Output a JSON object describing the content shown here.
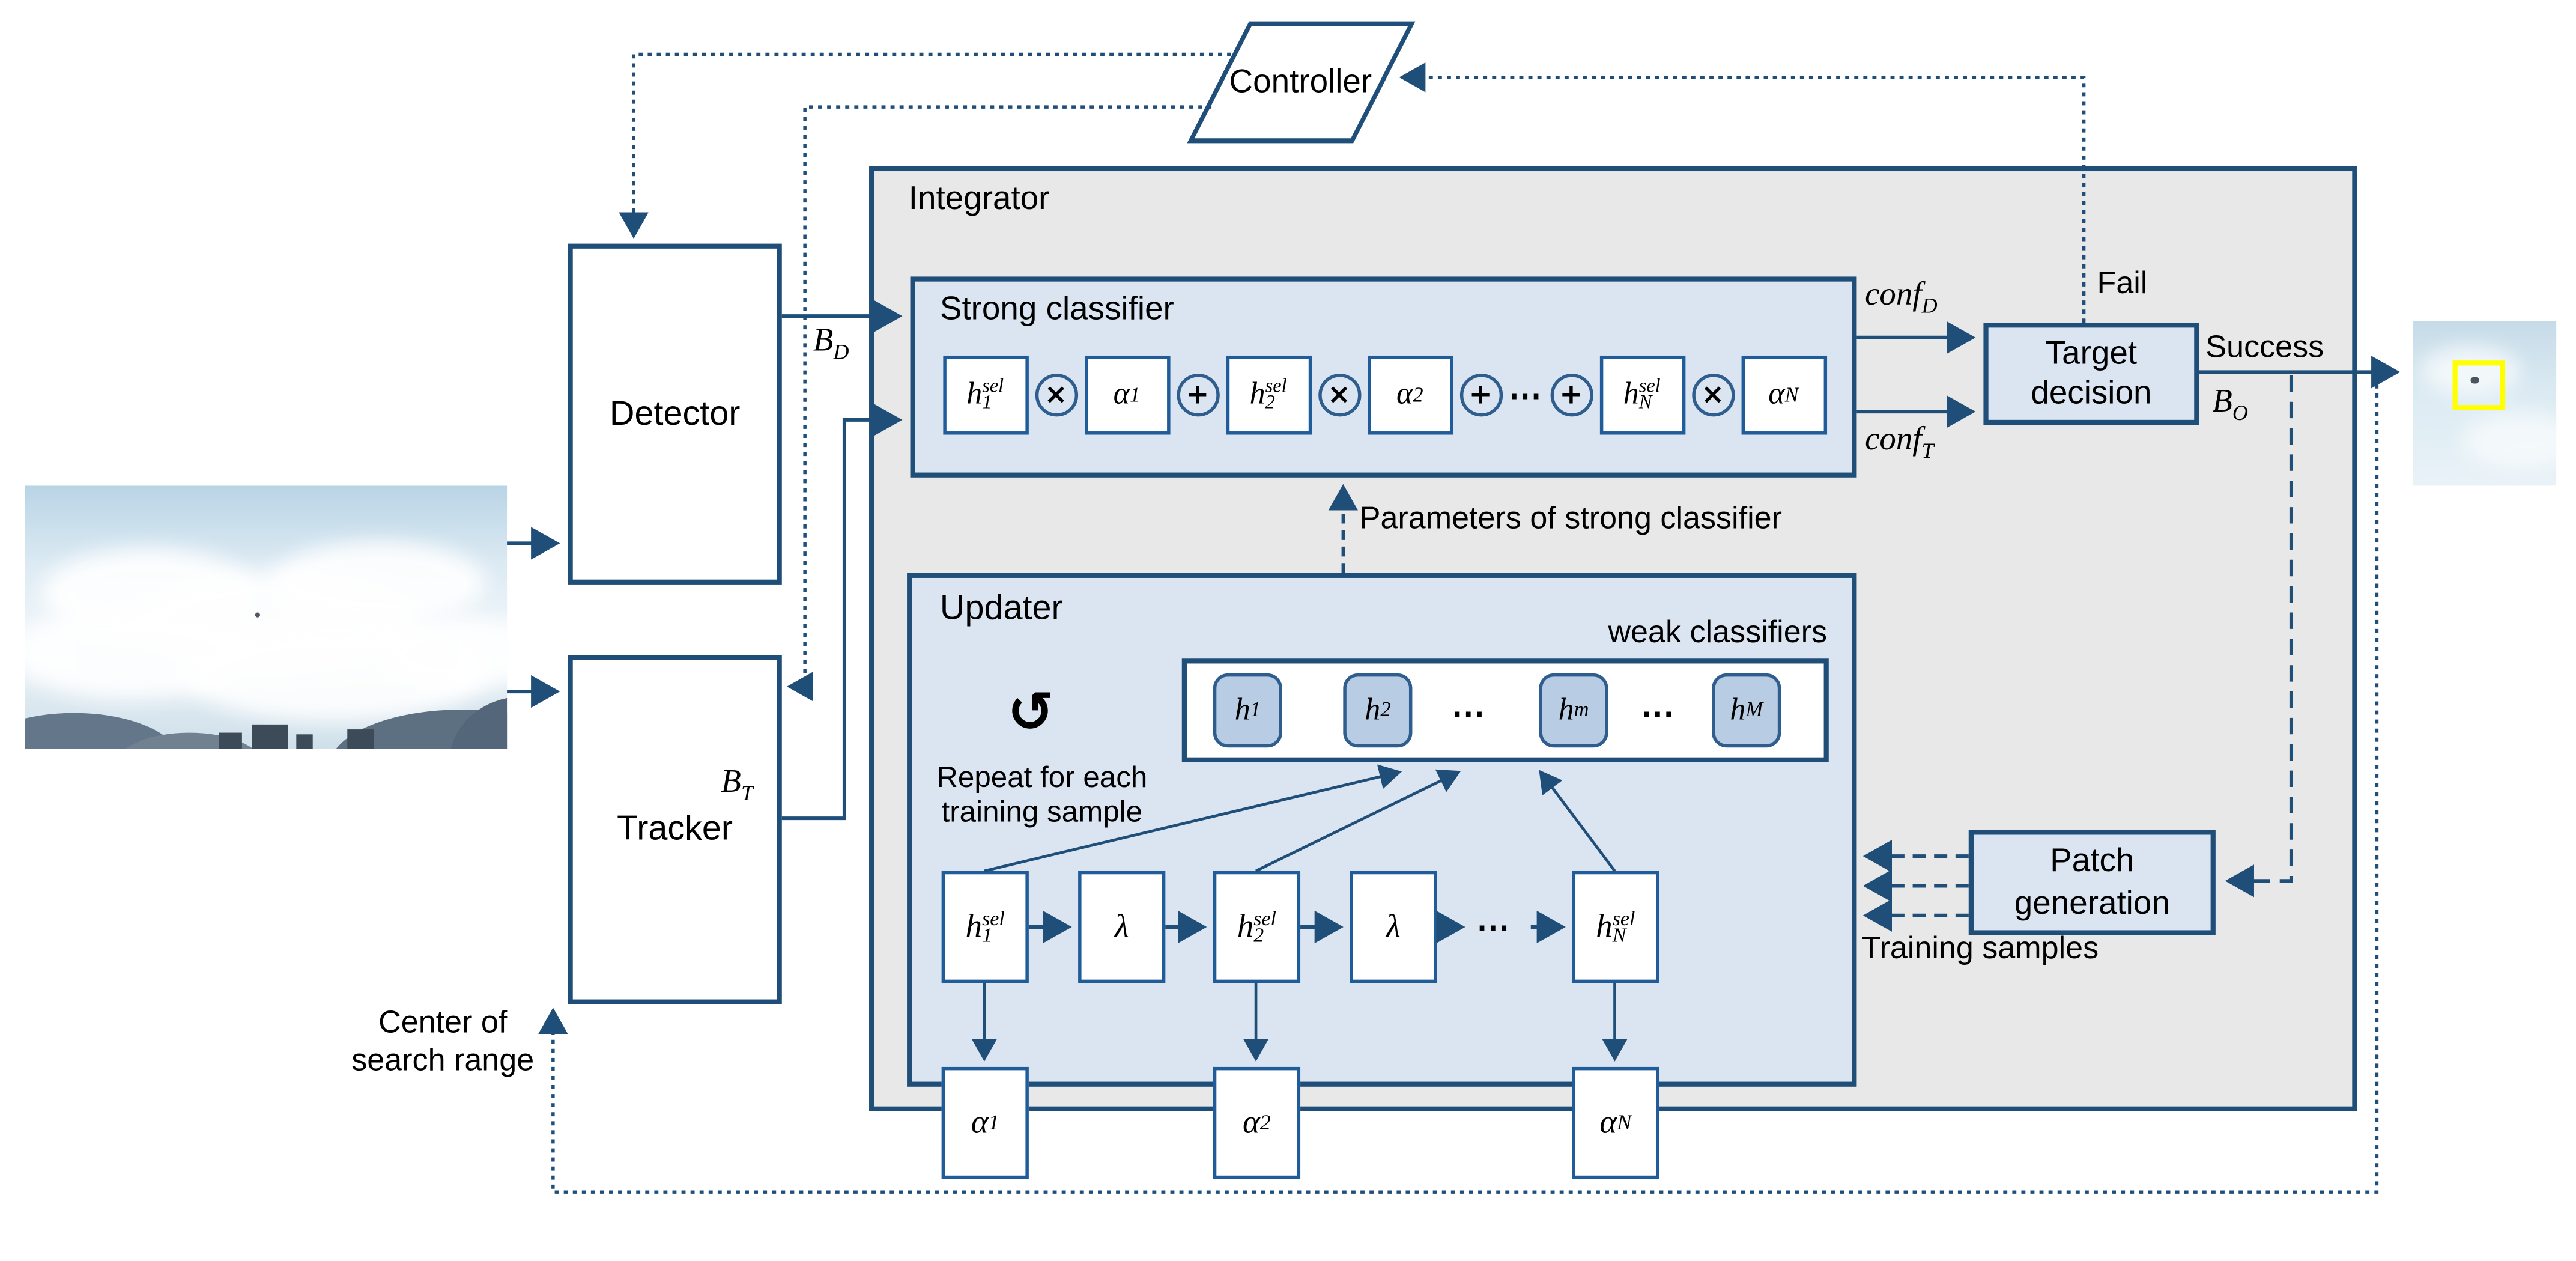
{
  "palette": {
    "line_navy": "#1f4e79",
    "box_border": "#1f5c99",
    "light_blue_fill": "#dbe5f1",
    "chip_fill": "#b8cce4",
    "integrator_gray": "#e8e8e8",
    "highlight_yellow": "#ffff00"
  },
  "controller": {
    "label": "Controller"
  },
  "integrator": {
    "label": "Integrator"
  },
  "detector": {
    "label": "Detector"
  },
  "tracker": {
    "label": "Tracker"
  },
  "strong_classifier": {
    "title": "Strong classifier",
    "h1": {
      "b": "h",
      "sup": "sel",
      "sub": "1"
    },
    "a1": {
      "b": "α",
      "sub": "1"
    },
    "h2": {
      "b": "h",
      "sup": "sel",
      "sub": "2"
    },
    "a2": {
      "b": "α",
      "sub": "2"
    },
    "hN": {
      "b": "h",
      "sup": "sel",
      "sub": "N"
    },
    "aN": {
      "b": "α",
      "sub": "N"
    },
    "op_times": "×",
    "op_plus": "+",
    "dots": "⋯"
  },
  "updater": {
    "title": "Updater",
    "weak_classifiers_label": "weak classifiers",
    "loop_icon": "↺",
    "repeat_line1": "Repeat for each",
    "repeat_line2": "training sample",
    "chips": {
      "h1": {
        "b": "h",
        "sub": "1"
      },
      "h2": {
        "b": "h",
        "sub": "2"
      },
      "hm": {
        "b": "h",
        "sub": "m"
      },
      "hM": {
        "b": "h",
        "sub": "M"
      },
      "dots1": "⋯",
      "dots2": "⋯"
    },
    "chain": {
      "h1": {
        "b": "h",
        "sup": "sel",
        "sub": "1"
      },
      "lambda1": {
        "b": "λ"
      },
      "h2": {
        "b": "h",
        "sup": "sel",
        "sub": "2"
      },
      "lambda2": {
        "b": "λ"
      },
      "dots": "⋯",
      "hN": {
        "b": "h",
        "sup": "sel",
        "sub": "N"
      },
      "a1": {
        "b": "α",
        "sub": "1"
      },
      "a2": {
        "b": "α",
        "sub": "2"
      },
      "aN": {
        "b": "α",
        "sub": "N"
      }
    }
  },
  "target_decision": {
    "label": "Target decision"
  },
  "patch_generation": {
    "label": "Patch generation"
  },
  "signals": {
    "B_D": {
      "b": "B",
      "sub": "D"
    },
    "B_T": {
      "b": "B",
      "sub": "T"
    },
    "B_O": {
      "b": "B",
      "sub": "O"
    },
    "conf_D": {
      "b": "conf",
      "sub": "D"
    },
    "conf_T": {
      "b": "conf",
      "sub": "T"
    }
  },
  "labels": {
    "fail": "Fail",
    "success": "Success",
    "parameters": "Parameters of strong classifier",
    "training_samples": "Training samples",
    "center_line1": "Center of",
    "center_line2": "search range"
  }
}
